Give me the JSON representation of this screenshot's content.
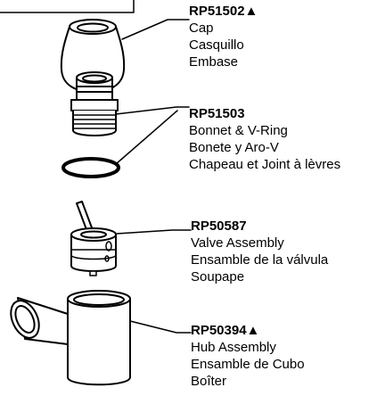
{
  "parts": [
    {
      "part_number": "RP51502▲",
      "names": [
        "Cap",
        "Casquillo",
        "Embase"
      ],
      "icon": "cap-icon"
    },
    {
      "part_number": "RP51503",
      "names": [
        "Bonnet & V-Ring",
        "Bonete y Aro-V",
        "Chapeau et Joint à lèvres"
      ],
      "icon": "bonnet-icon"
    },
    {
      "part_number": "RP50587",
      "names": [
        "Valve Assembly",
        "Ensamble de la válvula",
        "Soupape"
      ],
      "icon": "valve-assembly-icon"
    },
    {
      "part_number": "RP50394▲",
      "names": [
        "Hub Assembly",
        "Ensamble de Cubo",
        "Boîter"
      ],
      "icon": "hub-assembly-icon"
    }
  ]
}
